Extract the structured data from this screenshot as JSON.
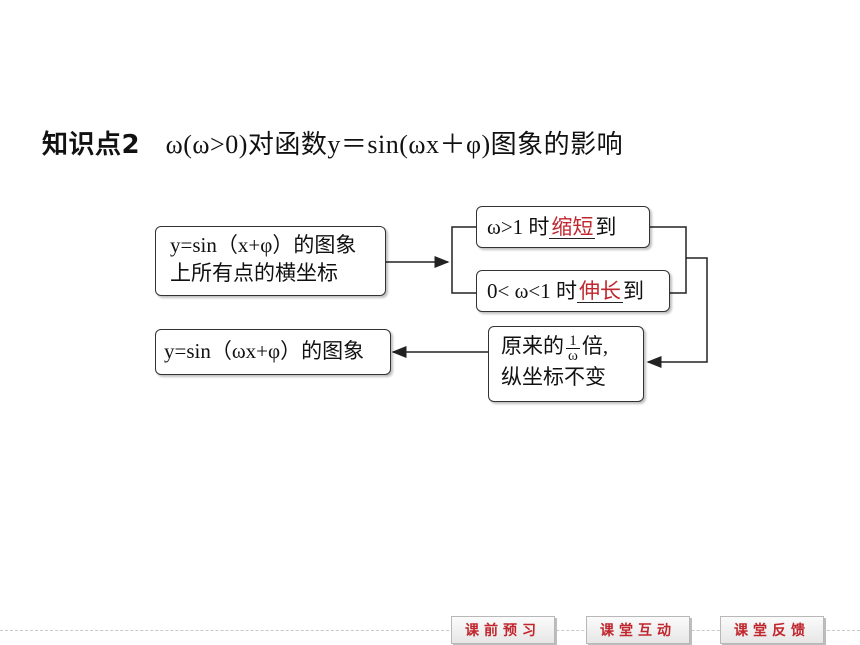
{
  "heading": {
    "label": "知识点2",
    "text": "ω(ω>0)对函数y＝sin(ωx＋φ)图象的影响"
  },
  "diagram": {
    "start_line1": "y=sin（x+φ）的图象",
    "start_line2": "上所有点的横坐标",
    "upper_prefix": "ω>1 时",
    "upper_blank": "缩短",
    "upper_suffix": "到",
    "lower_prefix": "0< ω<1 时",
    "lower_blank": "伸长",
    "lower_suffix": "到",
    "mid_prefix": "原来的",
    "mid_frac_num": "1",
    "mid_frac_den": "ω",
    "mid_suffix": "倍,",
    "mid_line2": "纵坐标不变",
    "result": "y=sin（ωx+φ）的图象"
  },
  "nav": {
    "btn1": "课前预习",
    "btn2": "课堂互动",
    "btn3": "课堂反馈"
  },
  "colors": {
    "answer": "#c0262d",
    "nav_text": "#c0262d"
  }
}
